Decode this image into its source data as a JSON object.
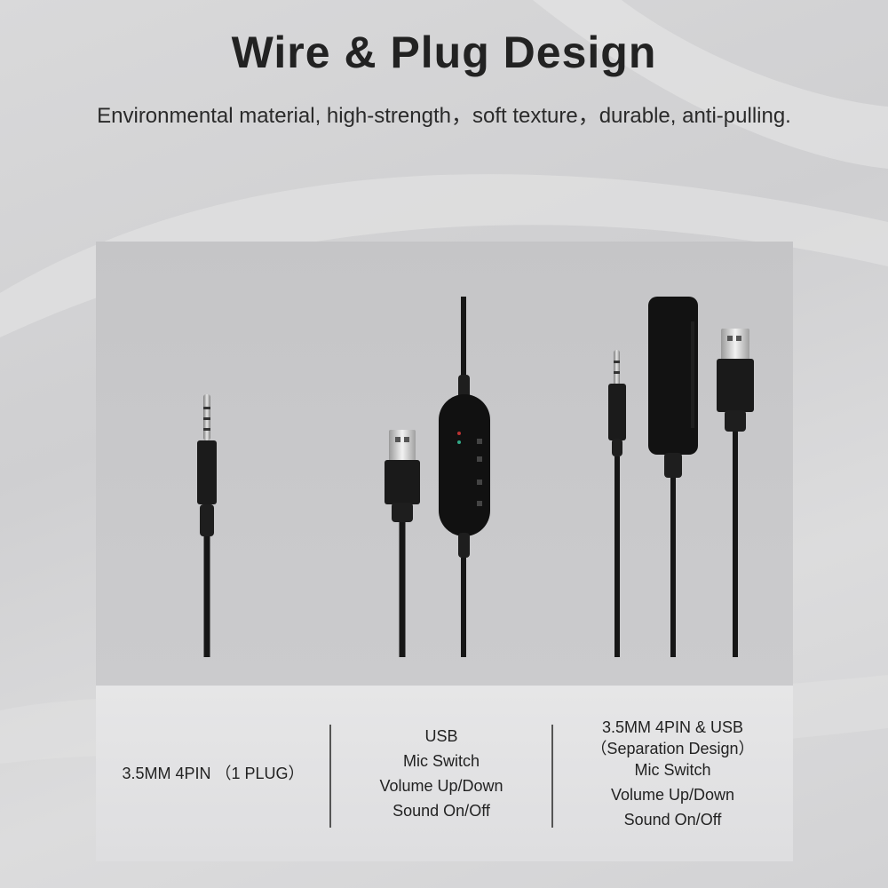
{
  "title": "Wire & Plug Design",
  "subtitle": "Environmental material, high-strength，soft texture，durable, anti-pulling.",
  "captions": {
    "plug_35mm": [
      "3.5MM 4PIN （1 PLUG）"
    ],
    "usb": [
      "USB",
      "Mic  Switch",
      "Volume Up/Down",
      "Sound On/Off"
    ],
    "separation": [
      "3.5MM 4PIN & USB",
      "（Separation Design）",
      "Mic Switch",
      "Volume Up/Down",
      "Sound On/Off"
    ]
  },
  "icons": [
    "audio-jack-icon",
    "usb-plug-icon",
    "inline-controller-icon"
  ],
  "colors": {
    "cable": "#161616",
    "background": "#d6d6d8",
    "text": "#222222"
  }
}
